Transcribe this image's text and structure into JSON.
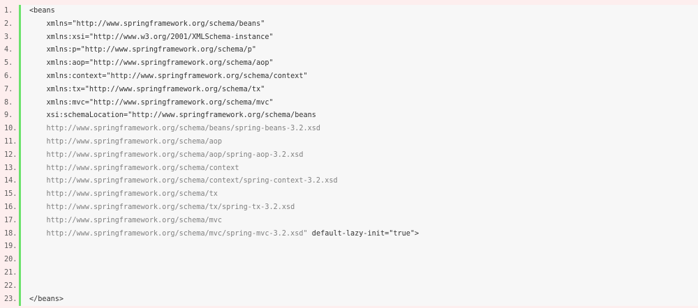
{
  "code": {
    "language": "xml",
    "accent_color": "#6ce26c",
    "gutter_color": "#fdeeee",
    "background_color": "#f7f7f7",
    "lines": [
      {
        "number": "1.",
        "segments": [
          {
            "text": "<beans",
            "style": "plain"
          }
        ]
      },
      {
        "number": "2.",
        "segments": [
          {
            "text": "    xmlns=\"http://www.springframework.org/schema/beans\"",
            "style": "plain"
          }
        ]
      },
      {
        "number": "3.",
        "segments": [
          {
            "text": "    xmlns:xsi=\"http://www.w3.org/2001/XMLSchema-instance\"",
            "style": "plain"
          }
        ]
      },
      {
        "number": "4.",
        "segments": [
          {
            "text": "    xmlns:p=\"http://www.springframework.org/schema/p\"",
            "style": "plain"
          }
        ]
      },
      {
        "number": "5.",
        "segments": [
          {
            "text": "    xmlns:aop=\"http://www.springframework.org/schema/aop\"",
            "style": "plain"
          }
        ]
      },
      {
        "number": "6.",
        "segments": [
          {
            "text": "    xmlns:context=\"http://www.springframework.org/schema/context\"",
            "style": "plain"
          }
        ]
      },
      {
        "number": "7.",
        "segments": [
          {
            "text": "    xmlns:tx=\"http://www.springframework.org/schema/tx\"",
            "style": "plain"
          }
        ]
      },
      {
        "number": "8.",
        "segments": [
          {
            "text": "    xmlns:mvc=\"http://www.springframework.org/schema/mvc\"",
            "style": "plain"
          }
        ]
      },
      {
        "number": "9.",
        "segments": [
          {
            "text": "    xsi:schemaLocation=\"http://www.springframework.org/schema/beans",
            "style": "plain"
          }
        ]
      },
      {
        "number": "10.",
        "segments": [
          {
            "text": "    http://www.springframework.org/schema/beans/spring-beans-3.2.xsd",
            "style": "url"
          }
        ]
      },
      {
        "number": "11.",
        "segments": [
          {
            "text": "    http://www.springframework.org/schema/aop",
            "style": "url"
          }
        ]
      },
      {
        "number": "12.",
        "segments": [
          {
            "text": "    http://www.springframework.org/schema/aop/spring-aop-3.2.xsd",
            "style": "url"
          }
        ]
      },
      {
        "number": "13.",
        "segments": [
          {
            "text": "    http://www.springframework.org/schema/context",
            "style": "url"
          }
        ]
      },
      {
        "number": "14.",
        "segments": [
          {
            "text": "    http://www.springframework.org/schema/context/spring-context-3.2.xsd",
            "style": "url"
          }
        ]
      },
      {
        "number": "15.",
        "segments": [
          {
            "text": "    http://www.springframework.org/schema/tx",
            "style": "url"
          }
        ]
      },
      {
        "number": "16.",
        "segments": [
          {
            "text": "    http://www.springframework.org/schema/tx/spring-tx-3.2.xsd",
            "style": "url"
          }
        ]
      },
      {
        "number": "17.",
        "segments": [
          {
            "text": "    http://www.springframework.org/schema/mvc",
            "style": "url"
          }
        ]
      },
      {
        "number": "18.",
        "segments": [
          {
            "text": "    http://www.springframework.org/schema/mvc/spring-mvc-3.2.xsd\"",
            "style": "url"
          },
          {
            "text": " default-lazy-init=\"true\">",
            "style": "plain"
          }
        ]
      },
      {
        "number": "19.",
        "segments": [
          {
            "text": "",
            "style": "plain"
          }
        ]
      },
      {
        "number": "20.",
        "segments": [
          {
            "text": "",
            "style": "plain"
          }
        ]
      },
      {
        "number": "21.",
        "segments": [
          {
            "text": "",
            "style": "plain"
          }
        ]
      },
      {
        "number": "22.",
        "segments": [
          {
            "text": "",
            "style": "plain"
          }
        ]
      },
      {
        "number": "23.",
        "segments": [
          {
            "text": "</beans>",
            "style": "plain"
          }
        ]
      }
    ]
  }
}
